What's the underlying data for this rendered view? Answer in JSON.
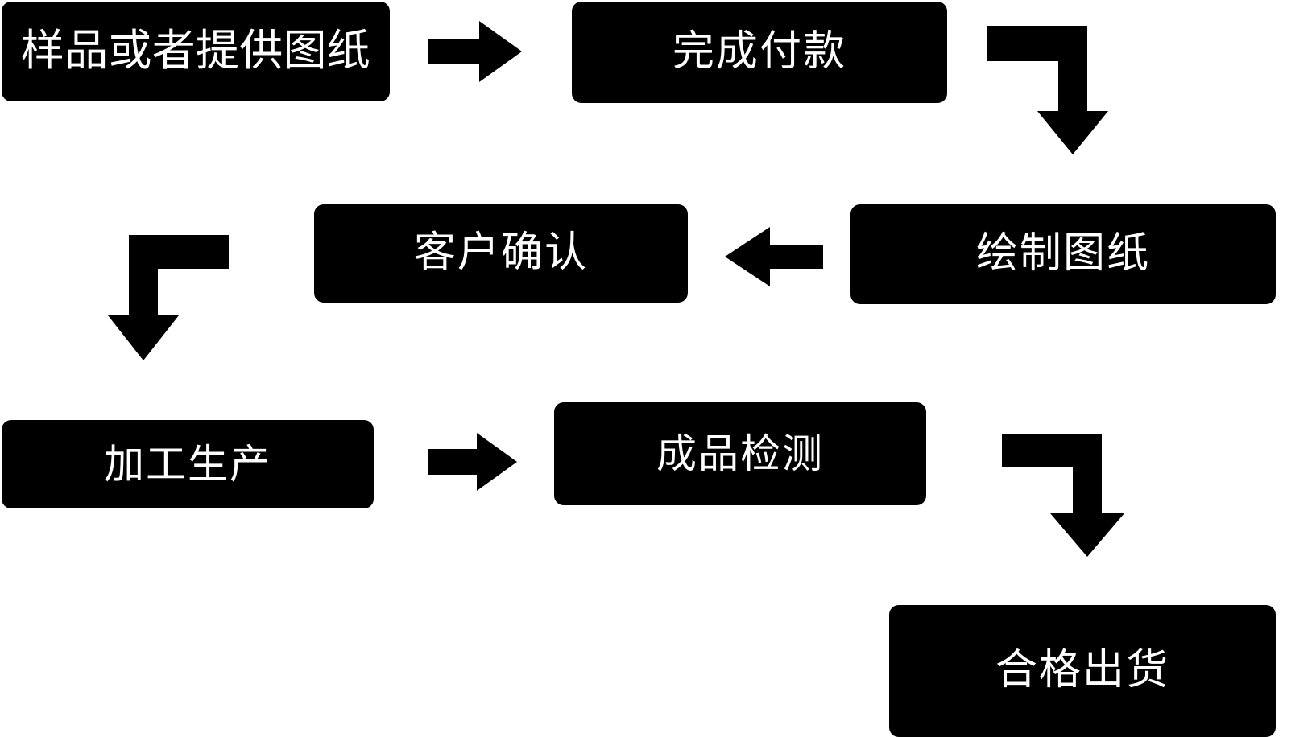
{
  "diagram": {
    "title": "",
    "background_color": "#ffffff",
    "node_fill_color": "#000000",
    "node_text_color": "#ffffff",
    "arrow_color": "#000000",
    "nodes": [
      {
        "id": "sample",
        "label": "样品或者提供图纸",
        "row": 1,
        "column": 1
      },
      {
        "id": "payment",
        "label": "完成付款",
        "row": 1,
        "column": 2
      },
      {
        "id": "drawing",
        "label": "绘制图纸",
        "row": 2,
        "column": 3
      },
      {
        "id": "confirm",
        "label": "客户确认",
        "row": 2,
        "column": 2
      },
      {
        "id": "production",
        "label": "加工生产",
        "row": 3,
        "column": 1
      },
      {
        "id": "inspection",
        "label": "成品检测",
        "row": 3,
        "column": 2
      },
      {
        "id": "shipment",
        "label": "合格出货",
        "row": 4,
        "column": 3
      }
    ],
    "connectors": [
      {
        "id": "c1",
        "from": "sample",
        "to": "payment",
        "kind": "straight",
        "direction": "right",
        "icon": "arrow-right-icon"
      },
      {
        "id": "c2",
        "from": "payment",
        "to": "drawing",
        "kind": "elbow",
        "direction": "right-then-down",
        "icon": "elbow-arrow-down-icon"
      },
      {
        "id": "c3",
        "from": "drawing",
        "to": "confirm",
        "kind": "straight",
        "direction": "left",
        "icon": "arrow-left-icon"
      },
      {
        "id": "c4",
        "from": "confirm",
        "to": "production",
        "kind": "elbow",
        "direction": "left-then-down",
        "icon": "elbow-arrow-down-icon"
      },
      {
        "id": "c5",
        "from": "production",
        "to": "inspection",
        "kind": "straight",
        "direction": "right",
        "icon": "arrow-right-icon"
      },
      {
        "id": "c6",
        "from": "inspection",
        "to": "shipment",
        "kind": "elbow",
        "direction": "right-then-down",
        "icon": "elbow-arrow-down-icon"
      }
    ]
  }
}
